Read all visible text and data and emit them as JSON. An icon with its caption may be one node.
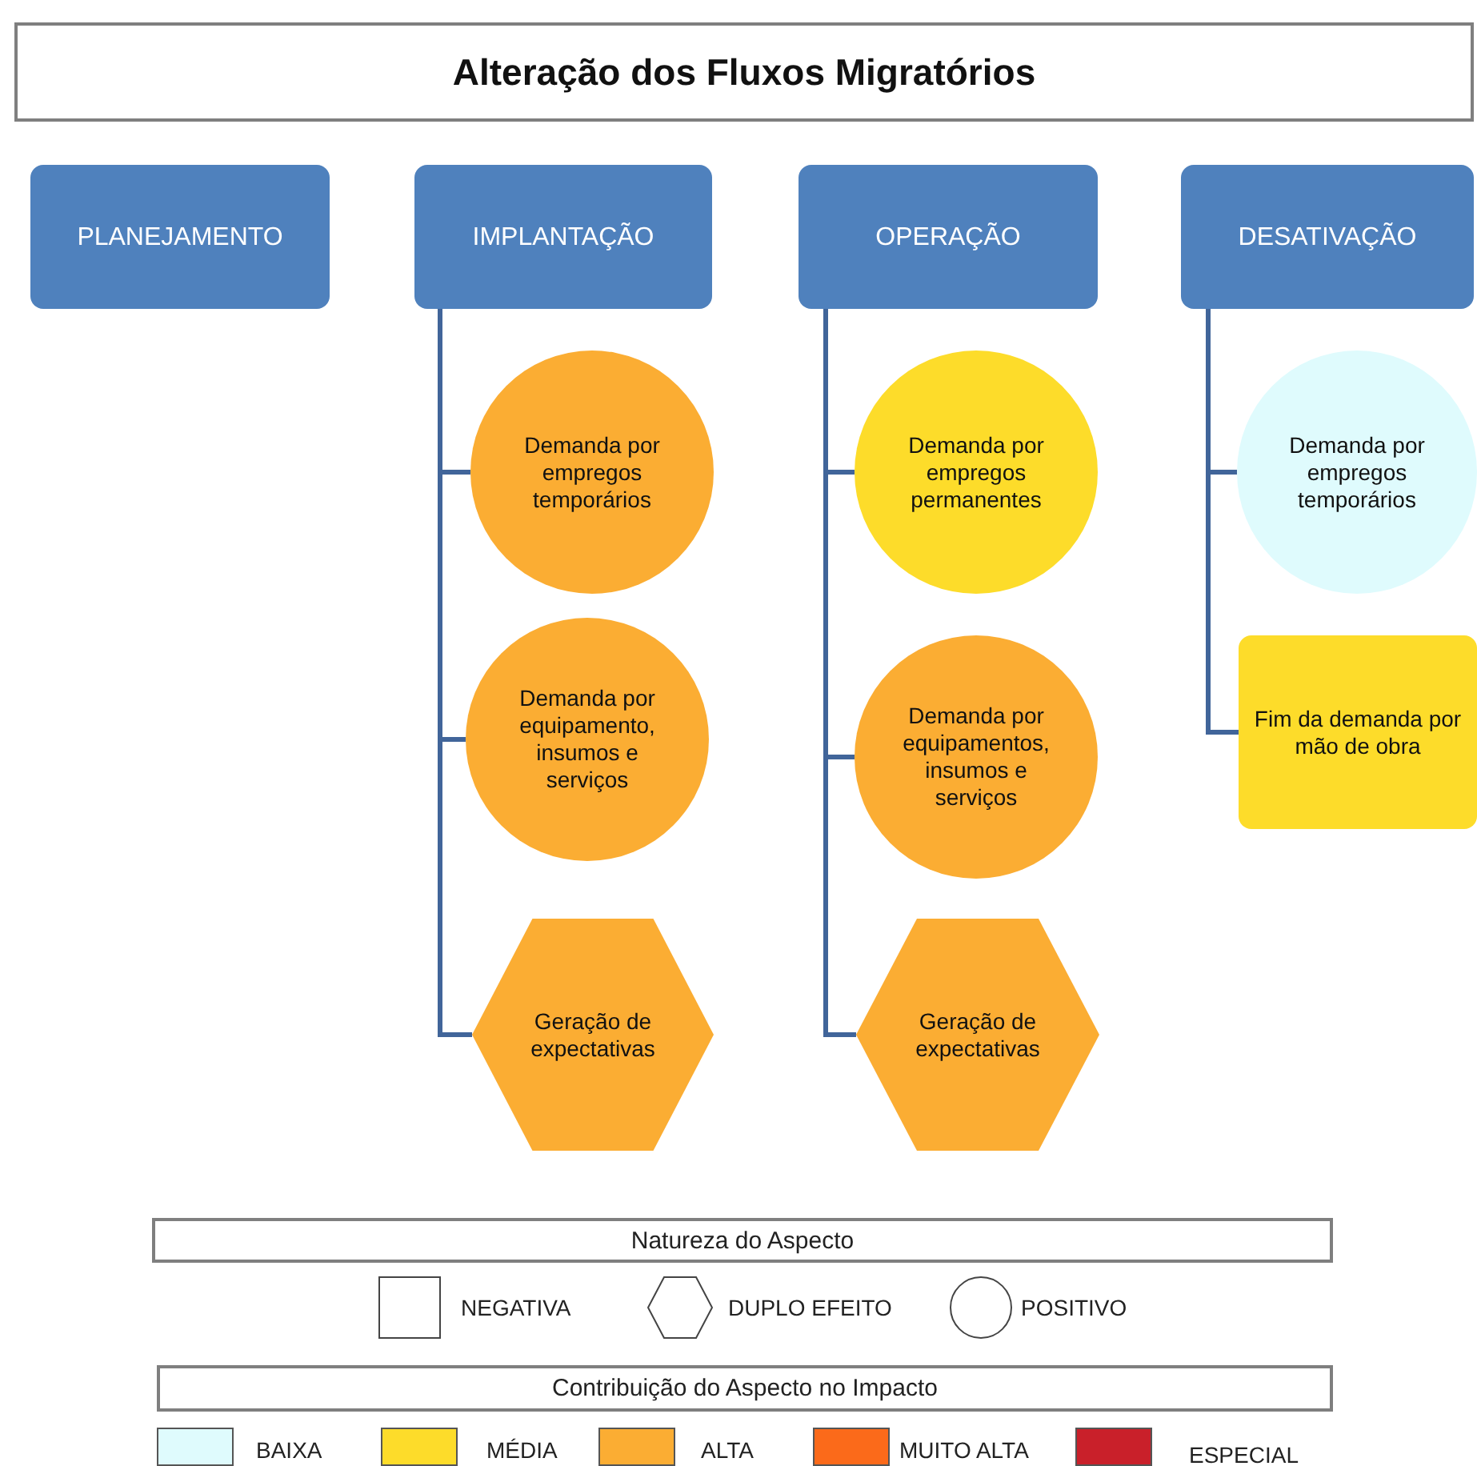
{
  "diagram": {
    "title": "Alteração dos Fluxos Migratórios",
    "nodes": [
      {
        "text": [
          "PLANEJAMENTO"
        ]
      },
      {
        "text": [
          "IMPLANTAÇÃO"
        ]
      },
      {
        "text": [
          "OPERAÇÃO"
        ]
      },
      {
        "text": [
          "DESATIVAÇÃO"
        ]
      },
      {
        "text": [
          "Demanda por empregos temporários"
        ]
      },
      {
        "text": [
          "Demanda por equipamento, insumos e serviços"
        ]
      },
      {
        "text": [
          "Geração de expectativas"
        ]
      },
      {
        "text": [
          "Demanda por empregos permanentes"
        ]
      },
      {
        "text": [
          "Demanda por equipamentos, insumos e serviços"
        ]
      },
      {
        "text": [
          "Geração de expectativas"
        ]
      },
      {
        "text": [
          "Demanda por empregos temporários"
        ]
      },
      {
        "text": [
          "Fim da demanda por mão de obra"
        ]
      }
    ],
    "edges": [
      {
        "from": 1,
        "to": 4,
        "arrow": "none"
      },
      {
        "from": 1,
        "to": 5,
        "arrow": "none"
      },
      {
        "from": 1,
        "to": 6,
        "arrow": "none"
      },
      {
        "from": 2,
        "to": 7,
        "arrow": "none"
      },
      {
        "from": 2,
        "to": 8,
        "arrow": "none"
      },
      {
        "from": 2,
        "to": 9,
        "arrow": "none"
      },
      {
        "from": 3,
        "to": 10,
        "arrow": "none"
      },
      {
        "from": 3,
        "to": 11,
        "arrow": "none"
      }
    ],
    "labels": [
      "Natureza do Aspecto",
      "Contribuição do Aspecto no Impacto"
    ],
    "legend": [
      {
        "text": "NEGATIVA"
      },
      {
        "text": "DUPLO EFEITO"
      },
      {
        "text": "POSITIVO"
      },
      {
        "text": "BAIXA",
        "color": "#dffbfd"
      },
      {
        "text": "MÉDIA",
        "color": "#fddc2a"
      },
      {
        "text": "ALTA",
        "color": "#fbad33"
      },
      {
        "text": "MUITO ALTA",
        "color": "#fb6a1a"
      },
      {
        "text": "ESPECIAL",
        "color": "#c9202a"
      }
    ]
  }
}
